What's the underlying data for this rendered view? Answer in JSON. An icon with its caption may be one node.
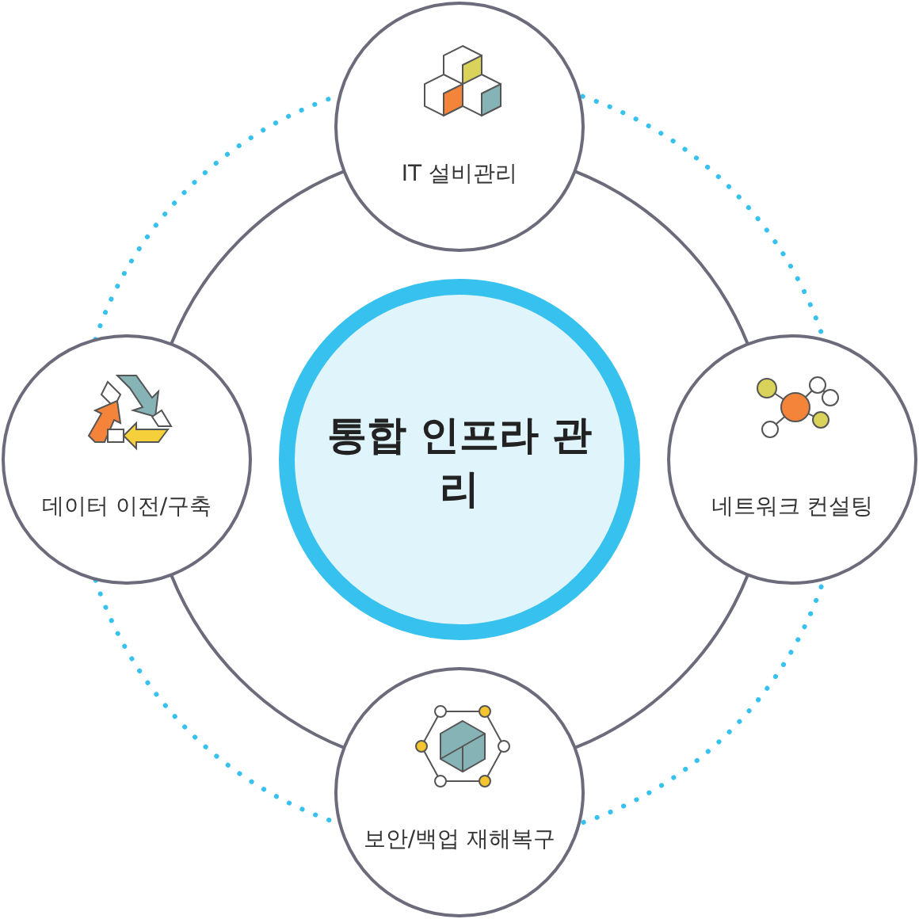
{
  "diagram": {
    "nodes": [
      {
        "text": [
          "통합 인프라 관리"
        ]
      },
      {
        "text": [
          "IT 설비관리"
        ]
      },
      {
        "text": [
          "네트워크 컨설팅"
        ]
      },
      {
        "text": [
          "보안/백업 재해복구"
        ]
      },
      {
        "text": [
          "데이터 이전/구축"
        ]
      }
    ]
  }
}
